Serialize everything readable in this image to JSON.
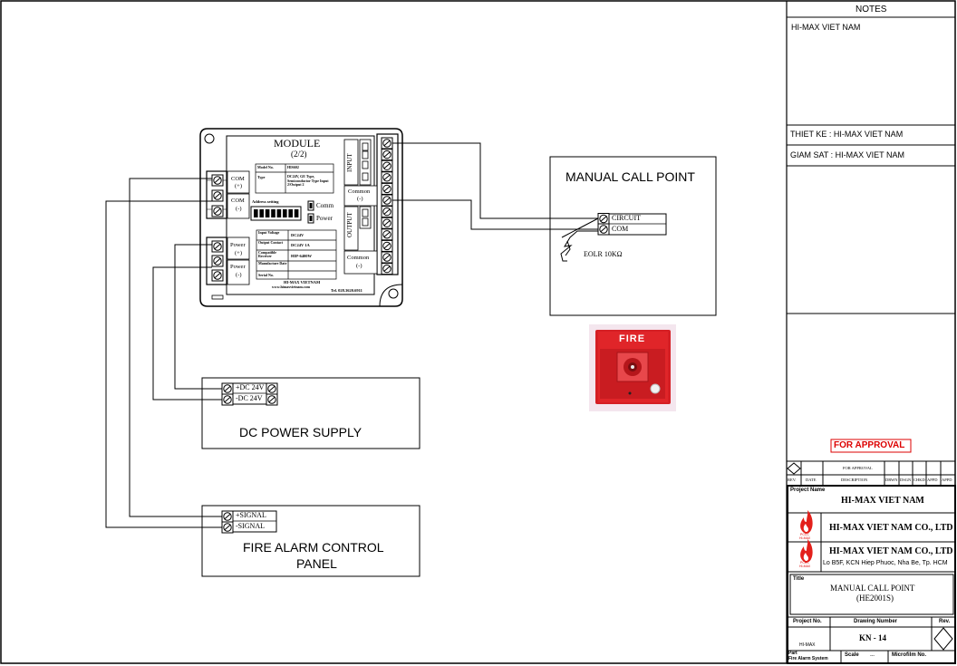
{
  "notes": {
    "header": "NOTES",
    "line1": "HI-MAX VIET NAM",
    "thiet_ke": "THIET KE : HI-MAX VIET NAM",
    "giam_sat": "GIAM SAT : HI-MAX VIET NAM"
  },
  "approval": {
    "stamp": "FOR APPROVAL",
    "row_text": "FOR APPROVAL",
    "columns": [
      "REV.",
      "DATE",
      "DESCRIPTION",
      "DRWN",
      "DSGN",
      "CHKD",
      "APPD"
    ]
  },
  "project": {
    "label": "Project Name",
    "name": "HI-MAX VIET NAM",
    "company1": "HI-MAX VIET NAM CO., LTD",
    "company2": "HI-MAX VIET NAM CO., LTD",
    "address": "Lo B5F, KCN Hiep Phuoc, Nha Be, Tp. HCM",
    "logo_text": "PCCC",
    "logo_sub": "HI-MAX"
  },
  "title_block": {
    "label": "Title",
    "line1": "MANUAL CALL POINT",
    "line2": "(HE2001S)"
  },
  "drawing": {
    "project_no_label": "Project No.",
    "drawing_number_label": "Drawing Number",
    "rev_label": "Rev.",
    "number": "KN - 14",
    "project_no": "HI-MAX",
    "part_label": "Part",
    "part_value": "Fire Alarm System",
    "scale_label": "Scale",
    "scale_value": "---",
    "microfilm_label": "Microfilm No."
  },
  "module": {
    "title": "MODULE",
    "subtitle": "(2/2)",
    "com_plus": [
      "COM",
      "(+)"
    ],
    "com_minus": [
      "COM",
      "(-)"
    ],
    "power_plus": [
      "Power",
      "(+)"
    ],
    "power_minus": [
      "Power",
      "(-)"
    ],
    "address_setting": "Address setting",
    "comm": "Comm",
    "power": "Power",
    "input": "INPUT",
    "output": "OUTPUT",
    "common_top": [
      "Common",
      "(-)"
    ],
    "common_bottom": [
      "Common",
      "(-)"
    ],
    "spec_top": [
      [
        "Model No.",
        "HIS602"
      ],
      [
        "Type",
        "DC24V, GE Type, Semiconductor Type Input 2/Output 2"
      ]
    ],
    "spec_bottom": [
      [
        "Input Voltage",
        "DC24V"
      ],
      [
        "Output Contact",
        "DC24V 1A"
      ],
      [
        "Compatible Receiver",
        "HIP-6400W"
      ],
      [
        "Manufacture Date",
        ""
      ],
      [
        "Serial No.",
        ""
      ]
    ],
    "brand": "HI-MAX VIETNAM",
    "website": "www.himaxvietnam.com",
    "tel": "Tel. 028.3620.6911"
  },
  "manual_call_point": {
    "title": "MANUAL CALL POINT",
    "circuit": "CIRCUIT",
    "com": "COM",
    "eolr": "EOLR 10KΩ",
    "photo_label": "FIRE"
  },
  "dc_power_supply": {
    "title": "DC POWER SUPPLY",
    "plus": "+DC 24V",
    "minus": "-DC 24V"
  },
  "fire_alarm_panel": {
    "title_line1": "FIRE ALARM CONTROL",
    "title_line2": "PANEL",
    "plus": "+SIGNAL",
    "minus": "-SIGNAL"
  }
}
